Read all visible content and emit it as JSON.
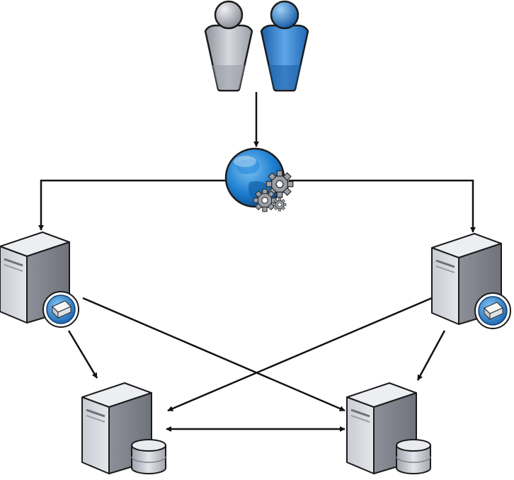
{
  "diagram": {
    "type": "network-architecture",
    "nodes": [
      {
        "id": "user-gray",
        "icon": "user-icon",
        "color": "#b9bdc8"
      },
      {
        "id": "user-blue",
        "icon": "user-icon",
        "color": "#2f7fd0"
      },
      {
        "id": "load-balancer",
        "icon": "globe-gears-icon",
        "color": "#1f7fd1"
      },
      {
        "id": "web-server-left",
        "icon": "web-server-icon"
      },
      {
        "id": "web-server-right",
        "icon": "web-server-icon"
      },
      {
        "id": "db-server-left",
        "icon": "database-server-icon"
      },
      {
        "id": "db-server-right",
        "icon": "database-server-icon"
      }
    ],
    "edges": [
      {
        "from": "users",
        "to": "load-balancer",
        "direction": "forward"
      },
      {
        "from": "load-balancer",
        "to": "web-server-left",
        "direction": "forward"
      },
      {
        "from": "load-balancer",
        "to": "web-server-right",
        "direction": "forward"
      },
      {
        "from": "web-server-left",
        "to": "db-server-left",
        "direction": "forward"
      },
      {
        "from": "web-server-left",
        "to": "db-server-right",
        "direction": "forward"
      },
      {
        "from": "web-server-right",
        "to": "db-server-left",
        "direction": "forward"
      },
      {
        "from": "web-server-right",
        "to": "db-server-right",
        "direction": "forward"
      },
      {
        "from": "db-server-left",
        "to": "db-server-right",
        "direction": "both"
      }
    ]
  },
  "colors": {
    "line": "#111111",
    "server_light": "#d2d4da",
    "server_dark": "#8a8d96",
    "accent_blue": "#1f7fd1"
  }
}
